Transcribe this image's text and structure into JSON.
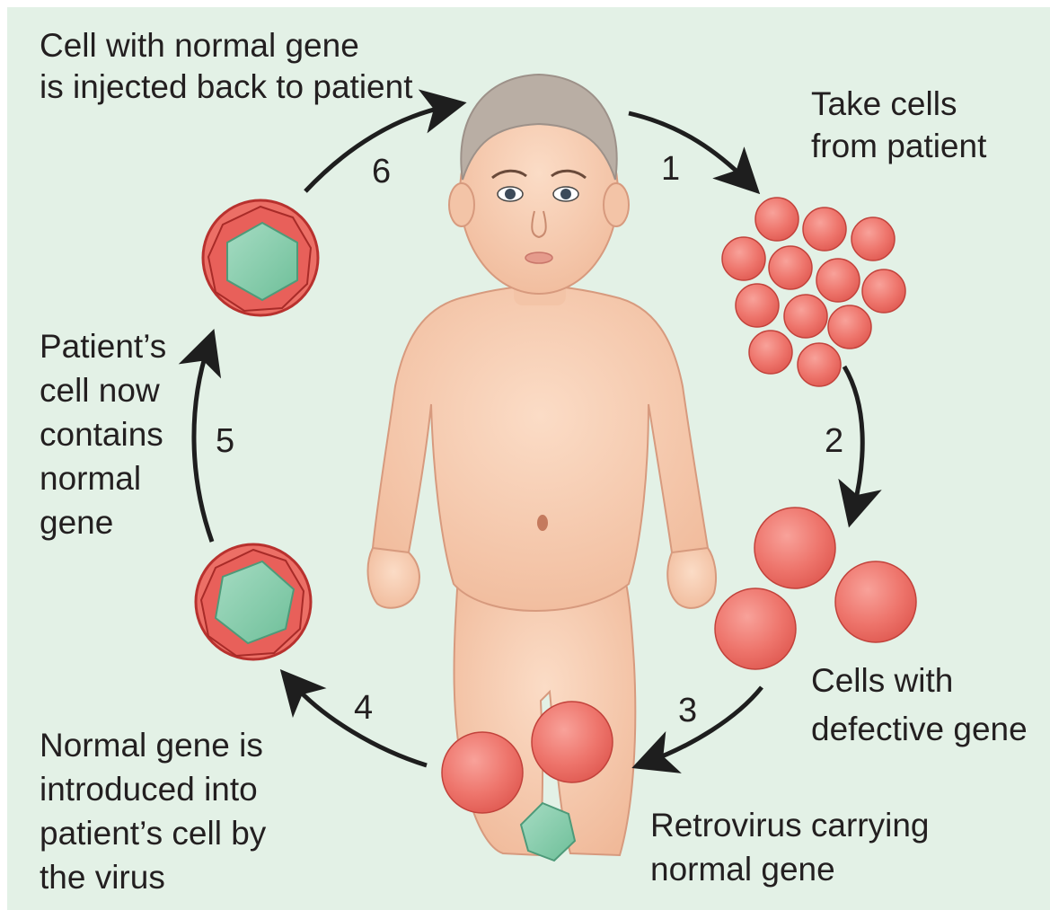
{
  "labels": {
    "injected_line1": "Cell with normal gene",
    "injected_line2": "is injected back to patient",
    "take_line1": "Take cells",
    "take_line2": "from patient",
    "contains_line1": "Patient’s",
    "contains_line2": "cell now",
    "contains_line3": "contains",
    "contains_line4": "normal",
    "contains_line5": "gene",
    "defective_line1": "Cells with",
    "defective_line2": "defective gene",
    "introduced_line1": "Normal gene is",
    "introduced_line2": "introduced into",
    "introduced_line3": "patient’s cell by",
    "introduced_line4": "the virus",
    "retro_line1": "Retrovirus carrying",
    "retro_line2": "normal gene"
  },
  "steps": [
    "1",
    "2",
    "3",
    "4",
    "5",
    "6"
  ],
  "colors": {
    "background": "#e3f1e6",
    "cell_fill": "#ec6f66",
    "cell_stroke": "#b8312e",
    "gene_fill": "#7fc9a6",
    "gene_stroke": "#4e9a79",
    "skin": "#f6cdb2",
    "skin_shade": "#e8a98a",
    "hair": "#b9aea4",
    "arrow": "#1e1e1e",
    "text": "#231f20"
  }
}
